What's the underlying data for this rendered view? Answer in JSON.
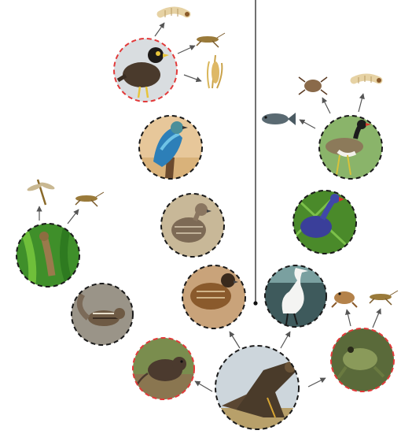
{
  "diagram": {
    "type": "food-web",
    "colors": {
      "ring_default": "#1a1a1a",
      "ring_highlight": "#e23a3a",
      "divider": "#111111",
      "arrow": "#555555"
    },
    "nodes": [
      {
        "id": "eagle",
        "icon": "eagle-icon",
        "ring": "black"
      },
      {
        "id": "rat",
        "icon": "rat-icon",
        "ring": "red"
      },
      {
        "id": "squirrel",
        "icon": "squirrel-icon",
        "ring": "black"
      },
      {
        "id": "lizard",
        "icon": "lizard-icon",
        "ring": "black"
      },
      {
        "id": "quail",
        "icon": "quail-icon",
        "ring": "black"
      },
      {
        "id": "partridge",
        "icon": "partridge-icon",
        "ring": "black"
      },
      {
        "id": "roller",
        "icon": "roller-icon",
        "ring": "black"
      },
      {
        "id": "myna",
        "icon": "myna-icon",
        "ring": "red"
      },
      {
        "id": "egret",
        "icon": "egret-icon",
        "ring": "black"
      },
      {
        "id": "swamphen",
        "icon": "swamphen-icon",
        "ring": "black"
      },
      {
        "id": "lapwing",
        "icon": "lapwing-icon",
        "ring": "black"
      },
      {
        "id": "frog",
        "icon": "frog-icon",
        "ring": "red"
      }
    ],
    "prey_items": [
      {
        "id": "grub-top",
        "icon": "grub-icon"
      },
      {
        "id": "grasshopper-myna",
        "icon": "grasshopper-icon"
      },
      {
        "id": "wheat",
        "icon": "wheat-icon"
      },
      {
        "id": "dragonfly",
        "icon": "dragonfly-icon"
      },
      {
        "id": "grasshopper-lizard",
        "icon": "grasshopper-icon"
      },
      {
        "id": "bug",
        "icon": "bug-icon"
      },
      {
        "id": "grub-right",
        "icon": "grub-icon"
      },
      {
        "id": "fish",
        "icon": "fish-icon"
      },
      {
        "id": "toad",
        "icon": "toad-icon"
      },
      {
        "id": "grasshopper-frog",
        "icon": "grasshopper-icon"
      }
    ],
    "edges": [
      {
        "from": "eagle",
        "to": "rat"
      },
      {
        "from": "eagle",
        "to": "frog"
      },
      {
        "from": "eagle",
        "to": "quail"
      },
      {
        "from": "eagle",
        "to": "egret"
      },
      {
        "from": "myna",
        "to": "grub-top"
      },
      {
        "from": "myna",
        "to": "grasshopper-myna"
      },
      {
        "from": "myna",
        "to": "wheat"
      },
      {
        "from": "lizard",
        "to": "dragonfly"
      },
      {
        "from": "lizard",
        "to": "grasshopper-lizard"
      },
      {
        "from": "lapwing",
        "to": "fish"
      },
      {
        "from": "lapwing",
        "to": "bug"
      },
      {
        "from": "lapwing",
        "to": "grub-right"
      },
      {
        "from": "frog",
        "to": "toad"
      },
      {
        "from": "frog",
        "to": "grasshopper-frog"
      }
    ]
  }
}
